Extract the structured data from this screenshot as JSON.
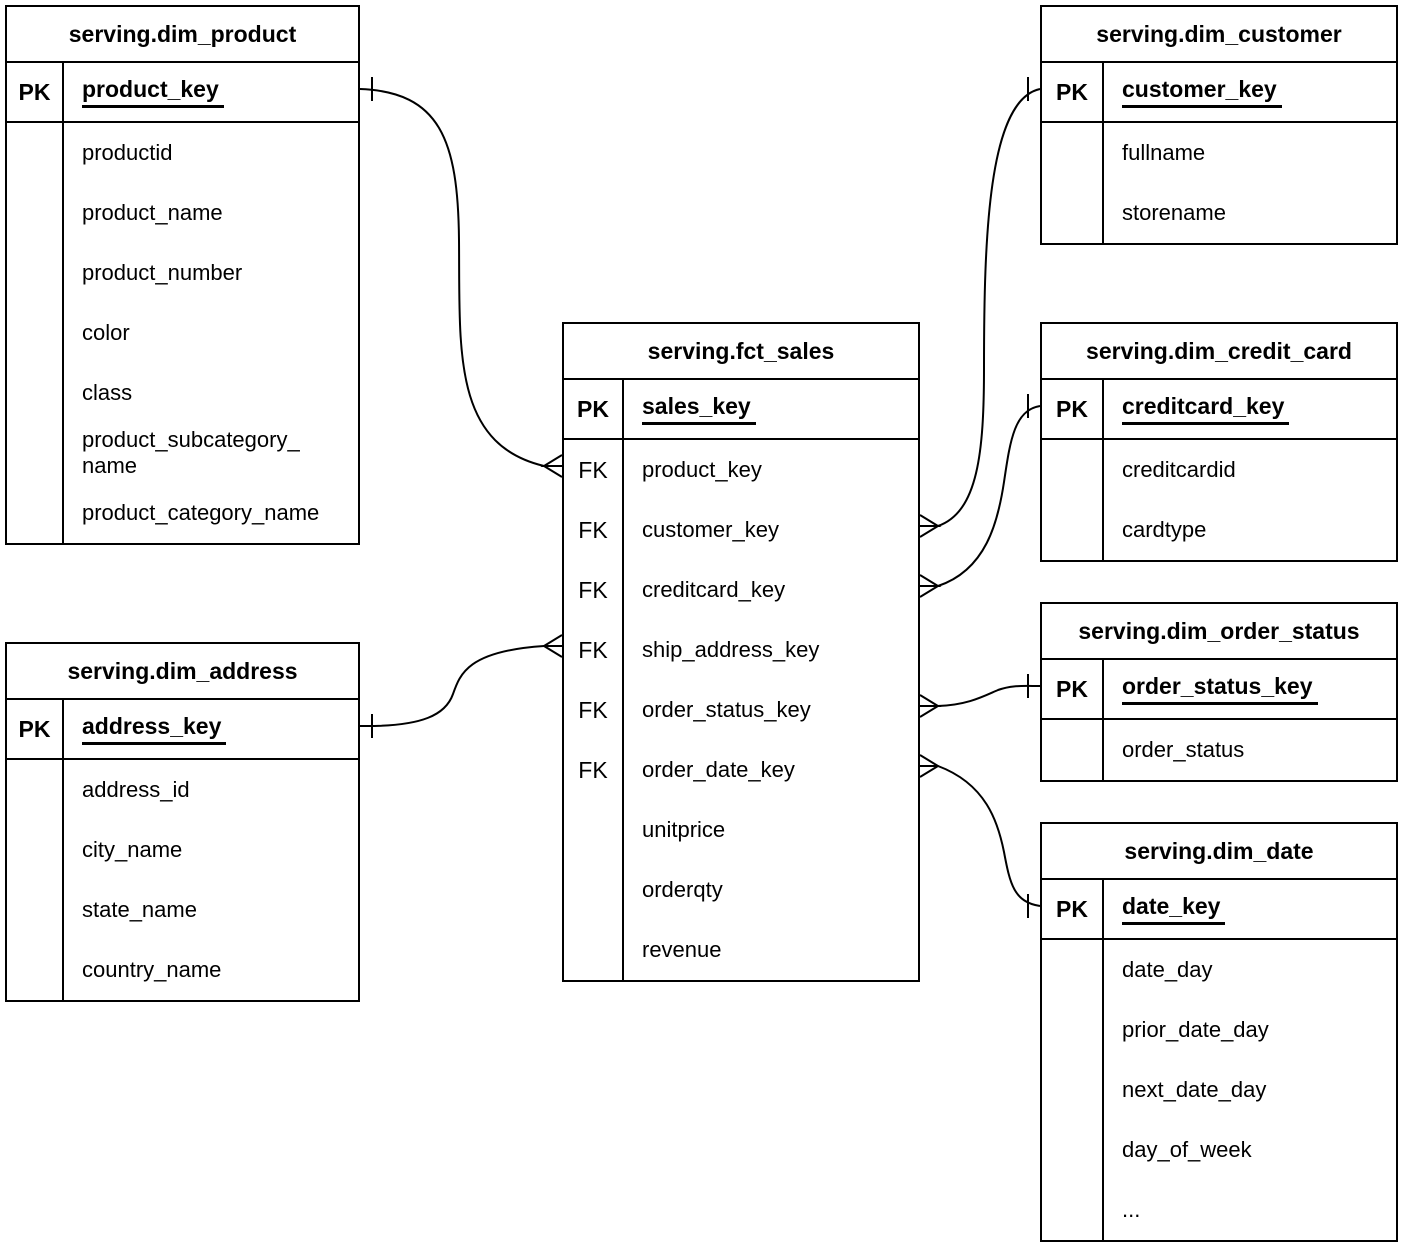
{
  "diagram": {
    "background_color": "#ffffff",
    "line_color": "#000000",
    "notation": "crow's foot"
  },
  "tables": [
    {
      "id": "dim_product",
      "title": "serving.dim_product",
      "pk_label": "PK",
      "pk_field": "product_key",
      "fields": [
        {
          "key": "",
          "name": "productid"
        },
        {
          "key": "",
          "name": "product_name"
        },
        {
          "key": "",
          "name": "product_number"
        },
        {
          "key": "",
          "name": "color"
        },
        {
          "key": "",
          "name": "class"
        },
        {
          "key": "",
          "name": "product_subcategory_\nname"
        },
        {
          "key": "",
          "name": "product_category_name"
        }
      ]
    },
    {
      "id": "dim_address",
      "title": "serving.dim_address",
      "pk_label": "PK",
      "pk_field": "address_key",
      "fields": [
        {
          "key": "",
          "name": "address_id"
        },
        {
          "key": "",
          "name": "city_name"
        },
        {
          "key": "",
          "name": "state_name"
        },
        {
          "key": "",
          "name": "country_name"
        }
      ]
    },
    {
      "id": "fct_sales",
      "title": "serving.fct_sales",
      "pk_label": "PK",
      "pk_field": "sales_key",
      "fields": [
        {
          "key": "FK",
          "name": "product_key"
        },
        {
          "key": "FK",
          "name": "customer_key"
        },
        {
          "key": "FK",
          "name": "creditcard_key"
        },
        {
          "key": "FK",
          "name": "ship_address_key"
        },
        {
          "key": "FK",
          "name": "order_status_key"
        },
        {
          "key": "FK",
          "name": "order_date_key"
        },
        {
          "key": "",
          "name": "unitprice"
        },
        {
          "key": "",
          "name": "orderqty"
        },
        {
          "key": "",
          "name": "revenue"
        }
      ]
    },
    {
      "id": "dim_customer",
      "title": "serving.dim_customer",
      "pk_label": "PK",
      "pk_field": "customer_key",
      "fields": [
        {
          "key": "",
          "name": "fullname"
        },
        {
          "key": "",
          "name": "storename"
        }
      ]
    },
    {
      "id": "dim_credit_card",
      "title": "serving.dim_credit_card",
      "pk_label": "PK",
      "pk_field": "creditcard_key",
      "fields": [
        {
          "key": "",
          "name": "creditcardid"
        },
        {
          "key": "",
          "name": "cardtype"
        }
      ]
    },
    {
      "id": "dim_order_status",
      "title": "serving.dim_order_status",
      "pk_label": "PK",
      "pk_field": "order_status_key",
      "fields": [
        {
          "key": "",
          "name": "order_status"
        }
      ]
    },
    {
      "id": "dim_date",
      "title": "serving.dim_date",
      "pk_label": "PK",
      "pk_field": "date_key",
      "fields": [
        {
          "key": "",
          "name": "date_day"
        },
        {
          "key": "",
          "name": "prior_date_day"
        },
        {
          "key": "",
          "name": "next_date_day"
        },
        {
          "key": "",
          "name": "day_of_week"
        },
        {
          "key": "",
          "name": "..."
        }
      ]
    }
  ],
  "relationships": [
    {
      "from_table": "serving.fct_sales",
      "from_field": "product_key",
      "to_table": "serving.dim_product",
      "to_field": "product_key",
      "cardinality": "many-to-one"
    },
    {
      "from_table": "serving.fct_sales",
      "from_field": "ship_address_key",
      "to_table": "serving.dim_address",
      "to_field": "address_key",
      "cardinality": "many-to-one"
    },
    {
      "from_table": "serving.fct_sales",
      "from_field": "customer_key",
      "to_table": "serving.dim_customer",
      "to_field": "customer_key",
      "cardinality": "many-to-one"
    },
    {
      "from_table": "serving.fct_sales",
      "from_field": "creditcard_key",
      "to_table": "serving.dim_credit_card",
      "to_field": "creditcard_key",
      "cardinality": "many-to-one"
    },
    {
      "from_table": "serving.fct_sales",
      "from_field": "order_status_key",
      "to_table": "serving.dim_order_status",
      "to_field": "order_status_key",
      "cardinality": "many-to-one"
    },
    {
      "from_table": "serving.fct_sales",
      "from_field": "order_date_key",
      "to_table": "serving.dim_date",
      "to_field": "date_key",
      "cardinality": "many-to-one"
    }
  ]
}
